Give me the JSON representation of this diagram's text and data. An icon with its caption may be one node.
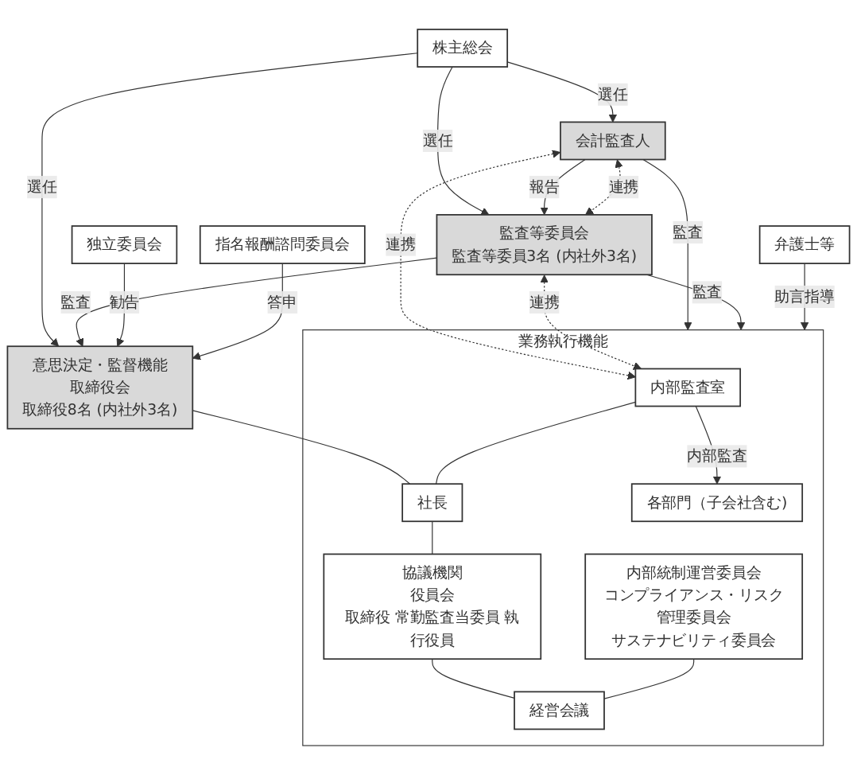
{
  "diagram": {
    "nodes": [
      {
        "text": [
          "株主総会"
        ]
      },
      {
        "text": [
          "会計監査人"
        ]
      },
      {
        "text": [
          "監査等委員会",
          "監査等委員3名 (内社外3名)"
        ]
      },
      {
        "text": [
          "意思決定・監督機能",
          "取締役会",
          "取締役8名 (内社外3名)"
        ]
      },
      {
        "text": [
          "独立委員会"
        ]
      },
      {
        "text": [
          "指名報酬諮問委員会"
        ]
      },
      {
        "text": [
          "弁護士等"
        ]
      },
      {
        "text": [
          "業務執行機能"
        ]
      },
      {
        "text": [
          "内部監査室"
        ],
        "in": 7
      },
      {
        "text": [
          "社長"
        ],
        "in": 7
      },
      {
        "text": [
          "協議機関",
          "役員会",
          "取締役 常勤監査当委員 執行役員"
        ],
        "in": 7
      },
      {
        "text": [
          "内部統制運営委員会",
          "コンプライアンス・リスク管理委員会",
          "サステナビリティ委員会"
        ],
        "in": 7
      },
      {
        "text": [
          "経営会議"
        ],
        "in": 7
      },
      {
        "text": [
          "各部門（子会社含む)"
        ],
        "in": 7
      }
    ],
    "edges": [
      {
        "from": 0,
        "to": 1,
        "arrow": "to",
        "label": "選任"
      },
      {
        "from": 0,
        "to": 2,
        "arrow": "to",
        "label": "選任"
      },
      {
        "from": 0,
        "to": 3,
        "arrow": "to",
        "label": "選任"
      },
      {
        "from": 1,
        "to": 2,
        "arrow": "to",
        "label": "報告"
      },
      {
        "from": 1,
        "to": 2,
        "arrow": "both",
        "label": "連携",
        "style": "dashed"
      },
      {
        "from": 2,
        "to": 3,
        "arrow": "to",
        "label": "監査"
      },
      {
        "from": 4,
        "to": 3,
        "arrow": "to",
        "label": "勧告"
      },
      {
        "from": 5,
        "to": 3,
        "arrow": "to",
        "label": "答申"
      },
      {
        "from": 1,
        "to": 8,
        "arrow": "both",
        "label": "連携",
        "style": "dashed"
      },
      {
        "from": 1,
        "to": 7,
        "arrow": "to",
        "label": "監査"
      },
      {
        "from": 2,
        "to": 8,
        "arrow": "both",
        "label": "連携",
        "style": "dashed"
      },
      {
        "from": 2,
        "to": 7,
        "arrow": "to",
        "label": "監査"
      },
      {
        "from": 3,
        "to": 9,
        "arrow": "none"
      },
      {
        "from": 6,
        "to": 7,
        "arrow": "to",
        "label": "助言指導"
      },
      {
        "from": 8,
        "to": 9,
        "arrow": "none"
      },
      {
        "from": 9,
        "to": 10,
        "arrow": "none"
      },
      {
        "from": 10,
        "to": 12,
        "arrow": "none"
      },
      {
        "from": 11,
        "to": 12,
        "arrow": "none"
      },
      {
        "from": 8,
        "to": 13,
        "arrow": "to",
        "label": "内部監査"
      }
    ]
  }
}
